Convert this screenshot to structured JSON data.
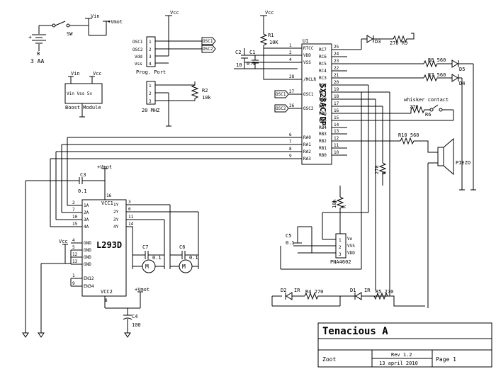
{
  "power": {
    "battery_label": "3 AA",
    "battery_plus": "+",
    "battery_b": "B",
    "switch_label": "SW",
    "vin": "Vin",
    "vmot": "+Vmot",
    "vcc": "Vcc",
    "boost_title": "Boost Module",
    "boost_pins": "Vin Vss 5v"
  },
  "prog_port": {
    "title": "Prog. Port",
    "pins": [
      "OSC1",
      "OSC2",
      "Vdd",
      "Vss"
    ],
    "nums": [
      "1",
      "2",
      "3",
      "4"
    ],
    "tags": [
      "OSC1",
      "OSC2"
    ]
  },
  "osc": {
    "title": "20 MHZ",
    "nums": [
      "1",
      "2",
      "3"
    ],
    "r2_name": "R2",
    "r2_value": "10k"
  },
  "mcu": {
    "name": "U1",
    "part": "SX28AC/DP",
    "r1_name": "R1",
    "r1_value": "10K",
    "c2": "C2",
    "c1": "C1",
    "c1_value": "0.1",
    "c_left": "10",
    "left_pins": [
      {
        "num": "1",
        "label": "RTCC"
      },
      {
        "num": "2",
        "label": "VDD"
      },
      {
        "num": "4",
        "label": "VSS"
      },
      {
        "num": "28",
        "label": "/MCLR"
      },
      {
        "num": "27",
        "label": "OSC1"
      },
      {
        "num": "26",
        "label": "OSC2"
      },
      {
        "num": "6",
        "label": "RA0"
      },
      {
        "num": "7",
        "label": "RA1"
      },
      {
        "num": "8",
        "label": "RA2"
      },
      {
        "num": "9",
        "label": "RA3"
      }
    ],
    "right_pins": [
      {
        "num": "25",
        "label": "RC7"
      },
      {
        "num": "24",
        "label": "RC6"
      },
      {
        "num": "23",
        "label": "RC5"
      },
      {
        "num": "22",
        "label": "RC4"
      },
      {
        "num": "21",
        "label": "RC3"
      },
      {
        "num": "20",
        "label": "RC2"
      },
      {
        "num": "19",
        "label": "RC1"
      },
      {
        "num": "18",
        "label": "RC0"
      },
      {
        "num": "17",
        "label": "RB7"
      },
      {
        "num": "16",
        "label": "RB6"
      },
      {
        "num": "15",
        "label": "RB5"
      },
      {
        "num": "14",
        "label": "RB4"
      },
      {
        "num": "13",
        "label": "RB3"
      },
      {
        "num": "12",
        "label": "RB2"
      },
      {
        "num": "11",
        "label": "RB1"
      },
      {
        "num": "10",
        "label": "RB0"
      }
    ],
    "osc_tags": [
      "OSC1",
      "OSC2"
    ]
  },
  "leds": {
    "d3": "D3",
    "r9": "270 R9",
    "r8": "R8 560",
    "d5": "D5",
    "r7": "R7 560",
    "d4": "D4"
  },
  "whisker": {
    "label": "whisker contact",
    "r6_value": "270",
    "r6_name": "R6"
  },
  "piezo": {
    "r10": "R10 560",
    "label": "PIEZO"
  },
  "driver": {
    "name": "L293D",
    "c3": "C3",
    "c3_value": "0.1",
    "vmot": "+Vmot",
    "vcc": "Vcc",
    "vcc1": "VCC1",
    "vcc2": "VCC2",
    "left_pins": [
      {
        "num": "2",
        "label": "1A"
      },
      {
        "num": "7",
        "label": "2A"
      },
      {
        "num": "10",
        "label": "3A"
      },
      {
        "num": "15",
        "label": "4A"
      },
      {
        "num": "4",
        "label": "GND"
      },
      {
        "num": "5",
        "label": "GND"
      },
      {
        "num": "12",
        "label": "GND"
      },
      {
        "num": "13",
        "label": "GND"
      },
      {
        "num": "1",
        "label": "EN12"
      },
      {
        "num": "9",
        "label": "EN34"
      }
    ],
    "right_pins": [
      {
        "num": "3",
        "label": "1Y"
      },
      {
        "num": "6",
        "label": "2Y"
      },
      {
        "num": "11",
        "label": "3Y"
      },
      {
        "num": "14",
        "label": "4Y"
      }
    ],
    "pin16": "16",
    "pin8": "8",
    "c7": "C7",
    "c7_value": "0.1",
    "c6": "C6",
    "c6_value": "0.1",
    "motor": "M",
    "c4": "C4",
    "c4_value": "100"
  },
  "sensor": {
    "part": "PNA4602",
    "pins": [
      "Vo",
      "VSS",
      "VDD"
    ],
    "nums": [
      "1",
      "2",
      "3"
    ],
    "c5": "C5",
    "c5_value": "0.1",
    "r270": "270",
    "r_name": "R",
    "r10k": "10k",
    "r_name2": "R"
  },
  "ir": {
    "d2": "D2",
    "ir1": "IR",
    "r4": "R4 270",
    "d1": "D1",
    "ir2": "IR",
    "r5": "R5 270"
  },
  "title_block": {
    "title": "Tenacious A",
    "author": "Zoot",
    "rev": "Rev 1.2",
    "date": "13 april 2010",
    "page": "Page 1"
  }
}
